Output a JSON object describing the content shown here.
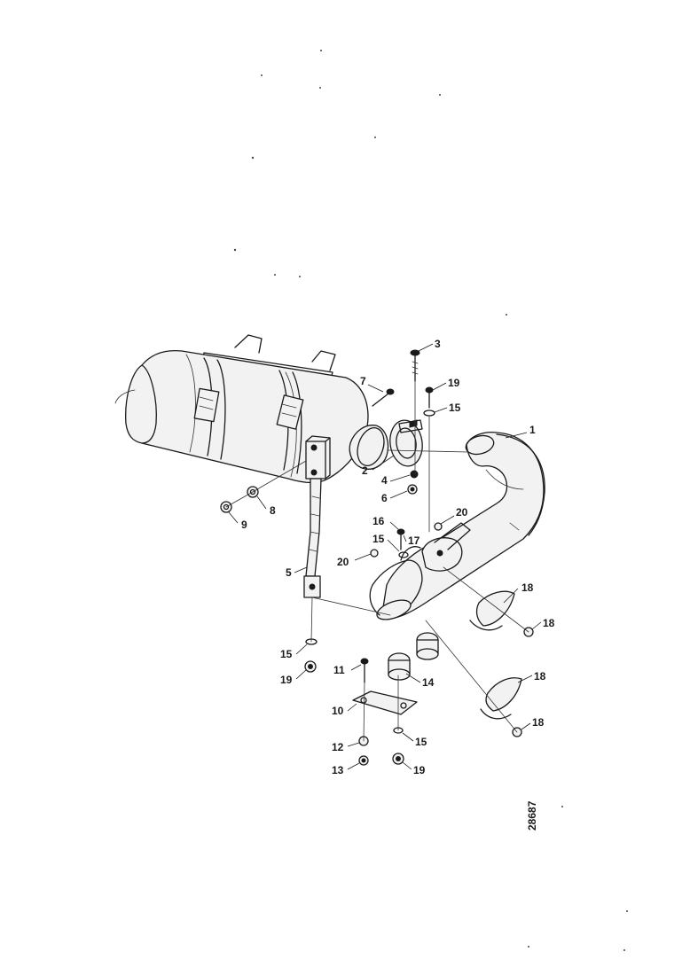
{
  "diagram": {
    "reference_number": "28687",
    "callouts": [
      {
        "id": "c3",
        "label": "3"
      },
      {
        "id": "c19a",
        "label": "19"
      },
      {
        "id": "c15a",
        "label": "15"
      },
      {
        "id": "c7",
        "label": "7"
      },
      {
        "id": "c1",
        "label": "1"
      },
      {
        "id": "c2",
        "label": "2"
      },
      {
        "id": "c4",
        "label": "4"
      },
      {
        "id": "c6",
        "label": "6"
      },
      {
        "id": "c8",
        "label": "8"
      },
      {
        "id": "c9",
        "label": "9"
      },
      {
        "id": "c16",
        "label": "16"
      },
      {
        "id": "c17",
        "label": "17"
      },
      {
        "id": "c15b",
        "label": "15"
      },
      {
        "id": "c20a",
        "label": "20"
      },
      {
        "id": "c20b",
        "label": "20"
      },
      {
        "id": "c5",
        "label": "5"
      },
      {
        "id": "c18a",
        "label": "18"
      },
      {
        "id": "c18b",
        "label": "18"
      },
      {
        "id": "c15c",
        "label": "15"
      },
      {
        "id": "c19b",
        "label": "19"
      },
      {
        "id": "c11",
        "label": "11"
      },
      {
        "id": "c14",
        "label": "14"
      },
      {
        "id": "c18c",
        "label": "18"
      },
      {
        "id": "c10",
        "label": "10"
      },
      {
        "id": "c18d",
        "label": "18"
      },
      {
        "id": "c12",
        "label": "12"
      },
      {
        "id": "c15d",
        "label": "15"
      },
      {
        "id": "c13",
        "label": "13"
      },
      {
        "id": "c19c",
        "label": "19"
      }
    ]
  }
}
